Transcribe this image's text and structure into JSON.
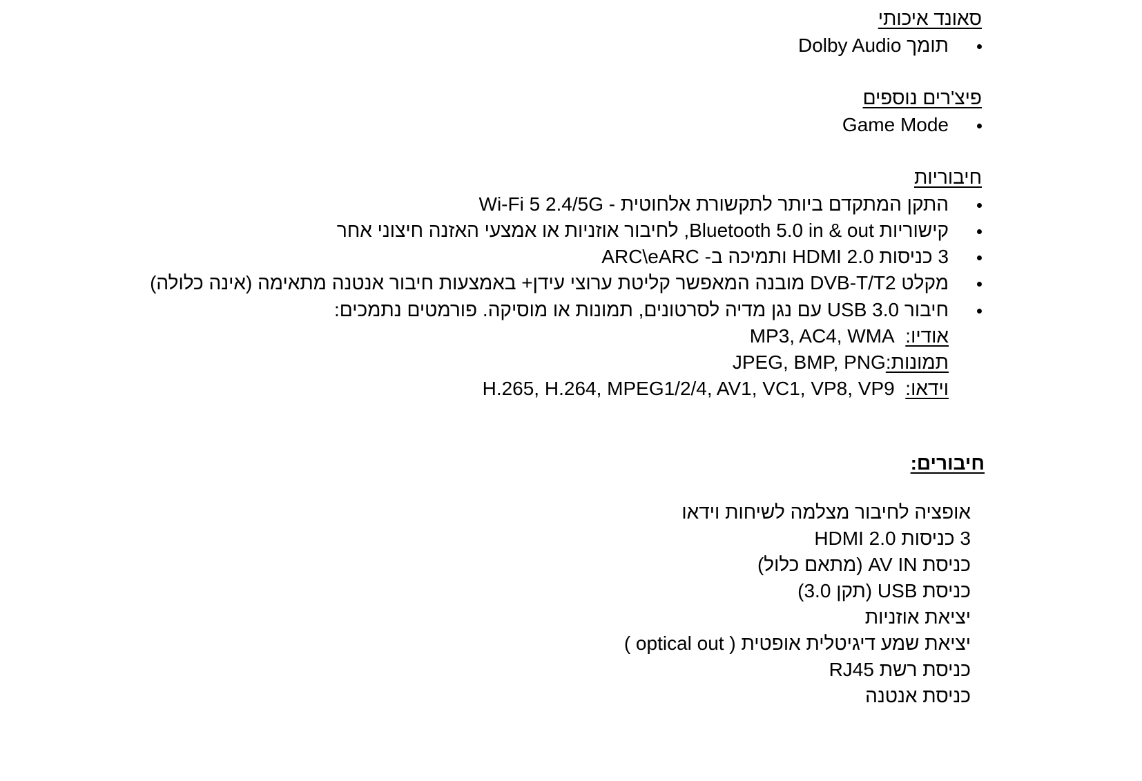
{
  "sections": {
    "sound": {
      "heading": "סאונד איכותי",
      "items": [
        "תומך Dolby Audio"
      ]
    },
    "extra_features": {
      "heading": "פיצ'רים נוספים",
      "items": [
        "Game Mode"
      ]
    },
    "connectivity": {
      "heading": "חיבוריות",
      "items": [
        "Wi-Fi 5 2.4/5G - התקן המתקדם ביותר לתקשורת אלחוטית",
        "קישוריות Bluetooth 5.0 in & out, לחיבור אוזניות או אמצעי האזנה חיצוני אחר",
        "3 כניסות HDMI 2.0 ותמיכה ב- ARC\\eARC",
        "מקלט DVB-T/T2 מובנה המאפשר קליטת ערוצי עידן+ באמצעות חיבור אנטנה מתאימה (אינה כלולה)",
        "חיבור USB 3.0 עם נגן מדיה לסרטונים, תמונות או מוסיקה. פורמטים נתמכים:"
      ],
      "formats": {
        "audio_label": "אודיו:",
        "audio_value": "MP3, AC4, WMA",
        "images_label": "תמונות:",
        "images_value": "JPEG, BMP, PNG",
        "video_label": "וידאו:",
        "video_value": "H.265, H.264, MPEG1/2/4, AV1, VC1, VP8, VP9"
      }
    },
    "ports": {
      "heading": "חיבורים:",
      "items": [
        "אופציה לחיבור מצלמה לשיחות וידאו",
        "3 כניסות HDMI 2.0",
        "כניסת AV IN  (מתאם כלול)",
        "כניסת USB (תקן 3.0)",
        "יציאת אוזניות",
        "יציאת שמע דיגיטלית אופטית ( optical out )",
        "כניסת רשת  RJ45",
        "כניסת אנטנה"
      ]
    }
  }
}
